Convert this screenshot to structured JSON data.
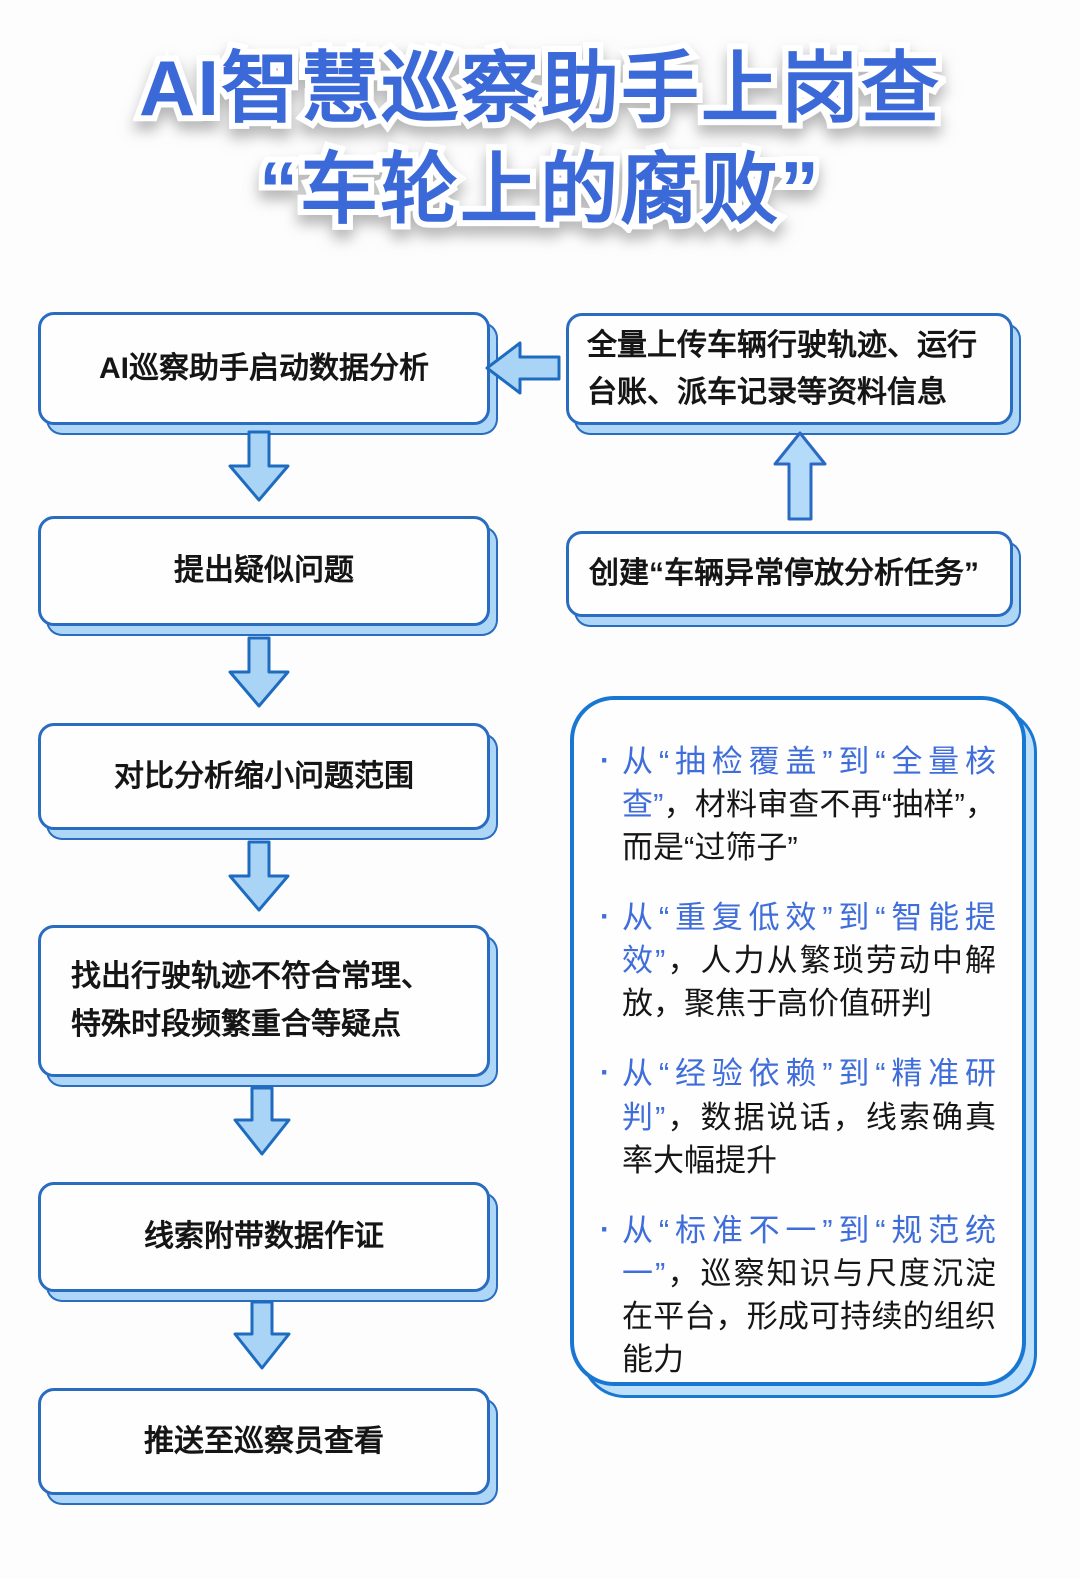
{
  "title": {
    "line1": "AI智慧巡察助手上岗查",
    "line2": "“车轮上的腐败”",
    "color": "#3b6ad8"
  },
  "flow": {
    "steps": [
      {
        "label": "AI巡察助手启动数据分析"
      },
      {
        "label": "提出疑似问题"
      },
      {
        "label": "对比分析缩小问题范围"
      },
      {
        "label": "找出行驶轨迹不符合常理、特殊时段频繁重合等疑点"
      },
      {
        "label": "线索附带数据作证"
      },
      {
        "label": "推送至巡察员查看"
      }
    ]
  },
  "inputs": {
    "upload_label": "全量上传车辆行驶轨迹、运行台账、派车记录等资料信息",
    "task_label": "创建“车辆异常停放分析任务”"
  },
  "benefits": {
    "items": [
      {
        "bullet": "·",
        "lead": "从“抽检覆盖”到“全量核查”",
        "rest": "，材料审查不再“抽样”，而是“过筛子”"
      },
      {
        "bullet": "·",
        "lead": "从“重复低效”到“智能提效”",
        "rest": "，人力从繁琐劳动中解放，聚焦于高价值研判"
      },
      {
        "bullet": "·",
        "lead": "从“经验依赖”到“精准研判”",
        "rest": "，数据说话，线索确真率大幅提升"
      },
      {
        "bullet": "·",
        "lead": "从“标准不一”到“规范统一”",
        "rest": "，巡察知识与尺度沉淀在平台，形成可持续的组织能力"
      }
    ]
  },
  "colors": {
    "box_border": "#2a6cc0",
    "big_box_border": "#1877d2",
    "shadow_blue": "#aed7f7",
    "arrow_fill": "#a9d4f6",
    "arrow_stroke": "#1e6cc0",
    "lead_blue": "#3f6edb",
    "text_black": "#161616"
  }
}
